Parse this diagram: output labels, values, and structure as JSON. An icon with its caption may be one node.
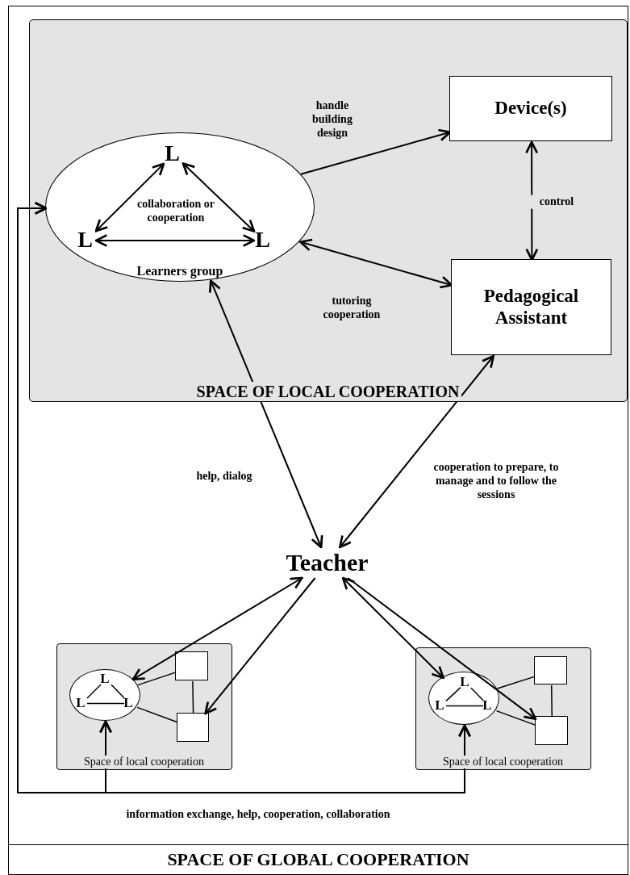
{
  "diagram": {
    "nodes": [
      {
        "text": [
          "SPACE OF GLOBAL COOPERATION"
        ]
      },
      {
        "text": [
          "SPACE OF LOCAL COOPERATION"
        ],
        "in": 0
      },
      {
        "text": [
          "Learners group"
        ],
        "in": 1
      },
      {
        "text": [
          "L"
        ],
        "in": 2
      },
      {
        "text": [
          "L"
        ],
        "in": 2
      },
      {
        "text": [
          "L"
        ],
        "in": 2
      },
      {
        "text": [
          "Device(s)"
        ],
        "in": 1
      },
      {
        "text": [
          "Pedagogical Assistant"
        ],
        "in": 1
      },
      {
        "text": [
          "Teacher"
        ],
        "in": 0
      },
      {
        "text": [
          "Space of local cooperation"
        ],
        "in": 0
      },
      {
        "text": [],
        "shape": "circle",
        "in": 9
      },
      {
        "text": [
          "L"
        ],
        "in": 10
      },
      {
        "text": [
          "L"
        ],
        "in": 10
      },
      {
        "text": [
          "L"
        ],
        "in": 10
      },
      {
        "text": [],
        "shape": "box",
        "in": 9
      },
      {
        "text": [],
        "shape": "box",
        "in": 9
      },
      {
        "text": [
          "Space of local cooperation"
        ],
        "in": 0
      },
      {
        "text": [],
        "shape": "circle",
        "in": 16
      },
      {
        "text": [
          "L"
        ],
        "in": 17
      },
      {
        "text": [
          "L"
        ],
        "in": 17
      },
      {
        "text": [
          "L"
        ],
        "in": 17
      },
      {
        "text": [],
        "shape": "box",
        "in": 16
      },
      {
        "text": [],
        "shape": "box",
        "in": 16
      }
    ],
    "edges": [
      {
        "from": 3,
        "to": 4,
        "arrow": "both"
      },
      {
        "from": 3,
        "to": 5,
        "arrow": "both"
      },
      {
        "from": 4,
        "to": 5,
        "arrow": "both"
      },
      {
        "from": 2,
        "to": 6,
        "arrow": "to",
        "label": "handle building design"
      },
      {
        "from": 6,
        "to": 7,
        "arrow": "both",
        "label": "control"
      },
      {
        "from": 2,
        "to": 7,
        "arrow": "both",
        "label": "tutoring cooperation"
      },
      {
        "from": 2,
        "to": 8,
        "arrow": "both",
        "label": "help, dialog"
      },
      {
        "from": 7,
        "to": 8,
        "arrow": "both",
        "label": "cooperation to prepare, to manage and to follow the sessions"
      },
      {
        "from": 8,
        "to": 10,
        "arrow": "both"
      },
      {
        "from": 8,
        "to": 15,
        "arrow": "to"
      },
      {
        "from": 8,
        "to": 17,
        "arrow": "both"
      },
      {
        "from": 8,
        "to": 22,
        "arrow": "to"
      },
      {
        "from": 11,
        "to": 12,
        "arrow": "none"
      },
      {
        "from": 11,
        "to": 13,
        "arrow": "none"
      },
      {
        "from": 12,
        "to": 13,
        "arrow": "none"
      },
      {
        "from": 10,
        "to": 14,
        "arrow": "none"
      },
      {
        "from": 10,
        "to": 15,
        "arrow": "none"
      },
      {
        "from": 14,
        "to": 15,
        "arrow": "none"
      },
      {
        "from": 18,
        "to": 19,
        "arrow": "none"
      },
      {
        "from": 18,
        "to": 20,
        "arrow": "none"
      },
      {
        "from": 19,
        "to": 20,
        "arrow": "none"
      },
      {
        "from": 17,
        "to": 21,
        "arrow": "none"
      },
      {
        "from": 17,
        "to": 22,
        "arrow": "none"
      },
      {
        "from": 21,
        "to": 22,
        "arrow": "none"
      },
      {
        "from": 10,
        "to": 17,
        "arrow": "both",
        "label": "information exchange, help, cooperation, collaboration"
      },
      {
        "from": 2,
        "to": 10,
        "arrow": "both"
      },
      {
        "from": 2,
        "to": 17,
        "arrow": "both"
      }
    ],
    "labels": [
      "collaboration or cooperation"
    ]
  }
}
